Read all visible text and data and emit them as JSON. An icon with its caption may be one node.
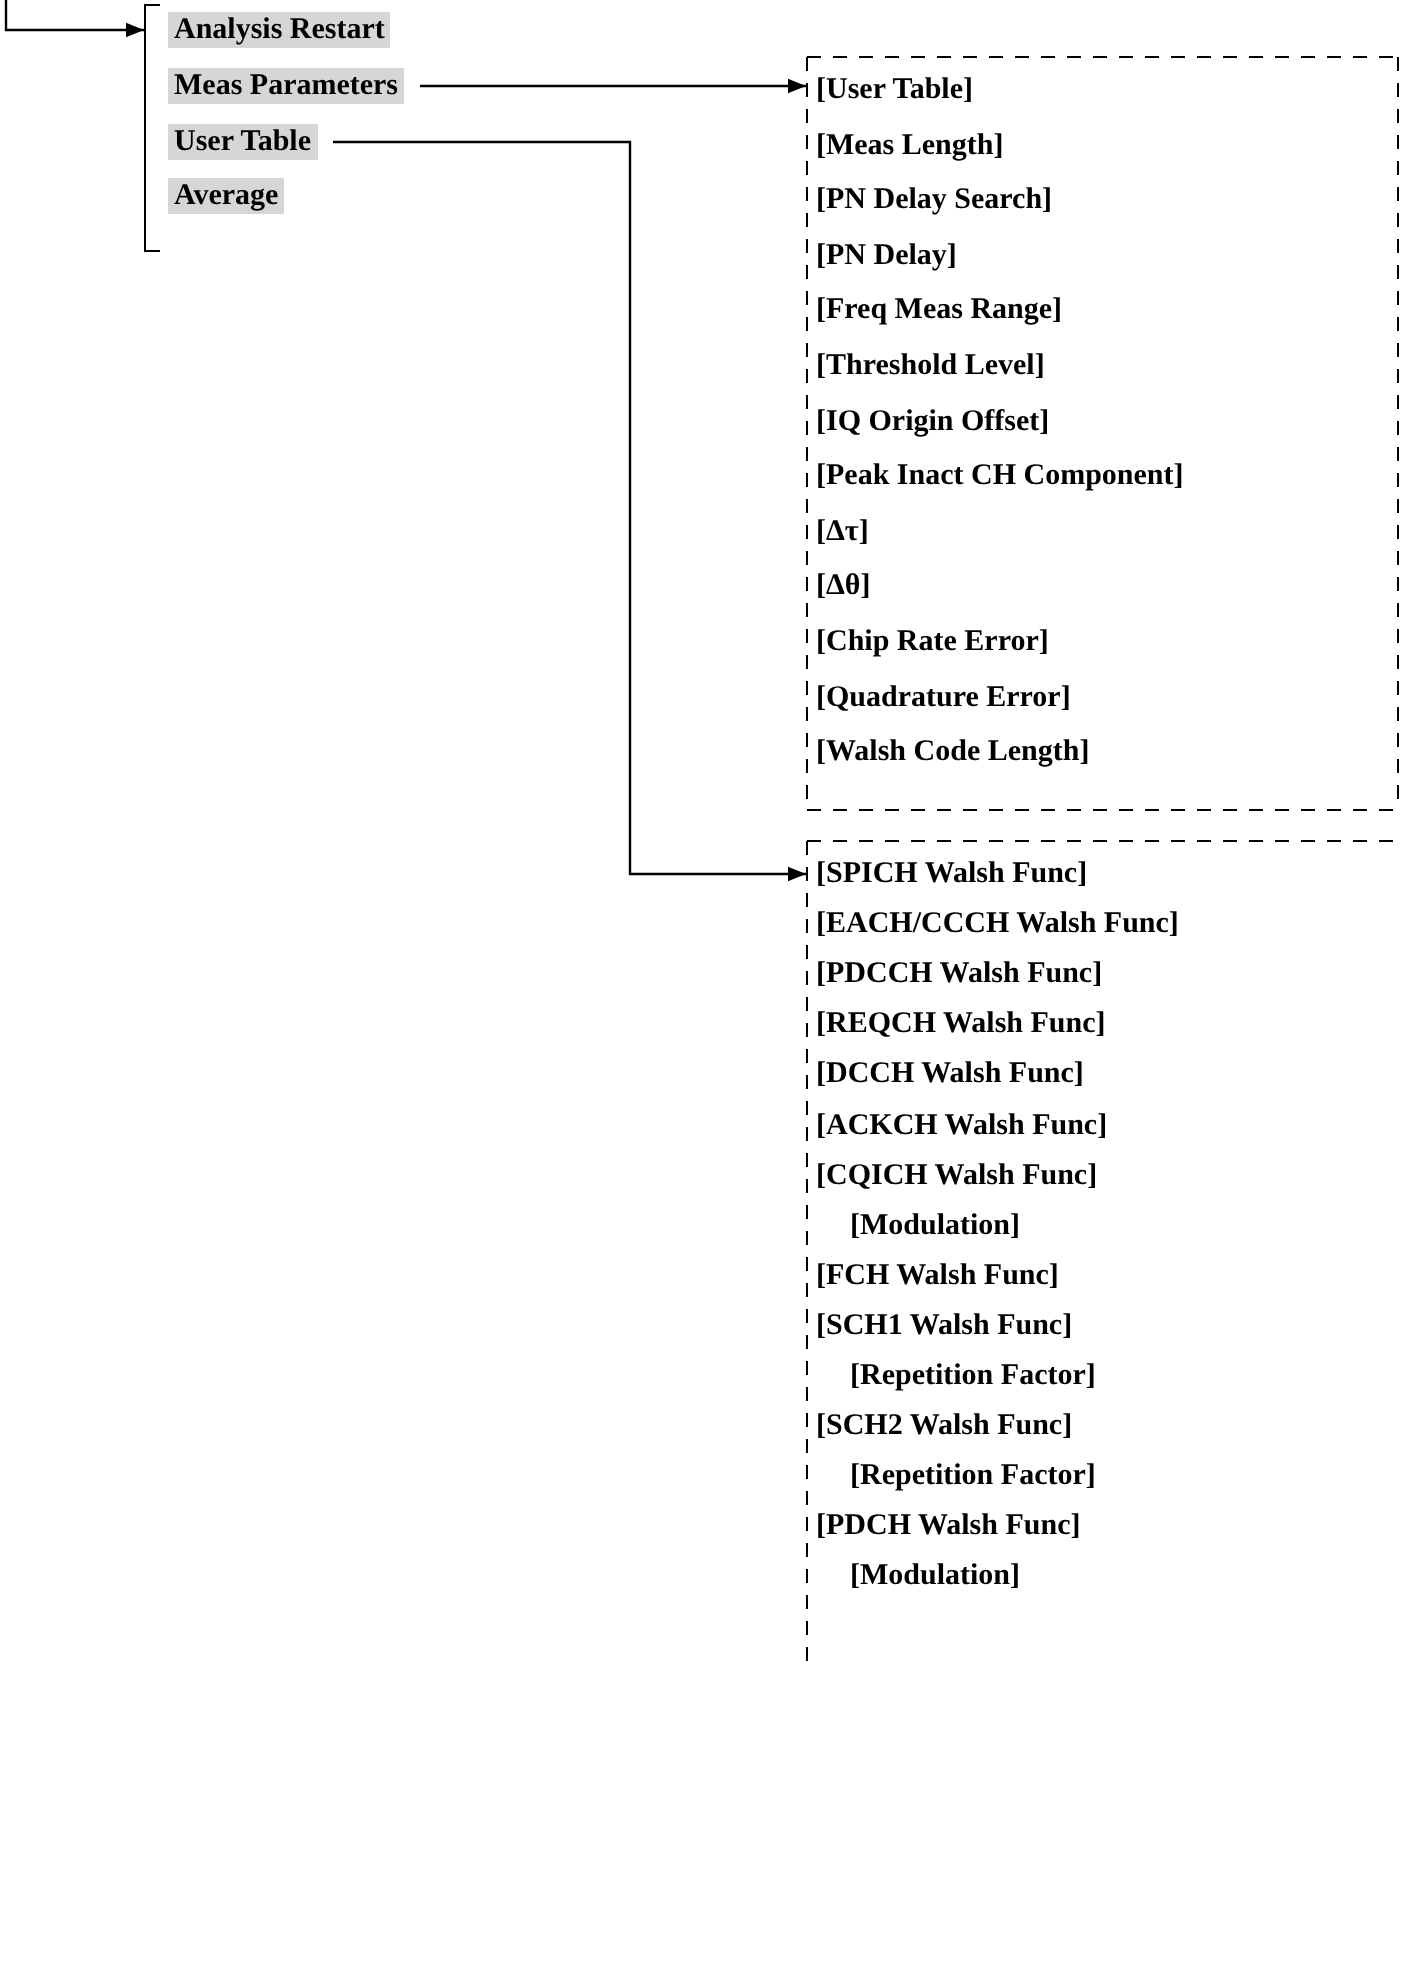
{
  "diagram": {
    "nodes": [
      {
        "text": [],
        "shape": "bracket"
      },
      {
        "text": [
          "Analysis Restart"
        ],
        "in": 0
      },
      {
        "text": [
          "Meas Parameters"
        ],
        "in": 0
      },
      {
        "text": [
          "User Table"
        ],
        "in": 0
      },
      {
        "text": [
          "Average"
        ],
        "in": 0
      },
      {
        "text": [
          "[User Table]",
          "[Meas Length]",
          "[PN Delay Search]",
          "[PN Delay]",
          "[Freq Meas Range]",
          "[Threshold Level]",
          "[IQ Origin Offset]",
          "[Peak Inact CH Component]",
          "[Δτ]",
          "[Δθ]",
          "[Chip Rate Error]",
          "[Quadrature Error]",
          "[Walsh Code Length]"
        ]
      },
      {
        "text": [
          "[SPICH Walsh Func]",
          "[EACH/CCCH Walsh Func]",
          "[PDCCH Walsh Func]",
          "[REQCH Walsh Func]",
          "[DCCH Walsh Func]",
          "[ACKCH Walsh Func]",
          "[CQICH Walsh Func]",
          "[Modulation]",
          "[FCH Walsh Func]",
          "[SCH1 Walsh Func]",
          "[Repetition Factor]",
          "[SCH2 Walsh Func]",
          "[Repetition Factor]",
          "[PDCH Walsh Func]",
          "[Modulation]"
        ]
      }
    ],
    "edges": [
      {
        "from": null,
        "to": 0,
        "arrow": "to"
      },
      {
        "from": 2,
        "to": 5,
        "arrow": "to"
      },
      {
        "from": 3,
        "to": 6,
        "arrow": "to"
      }
    ]
  }
}
